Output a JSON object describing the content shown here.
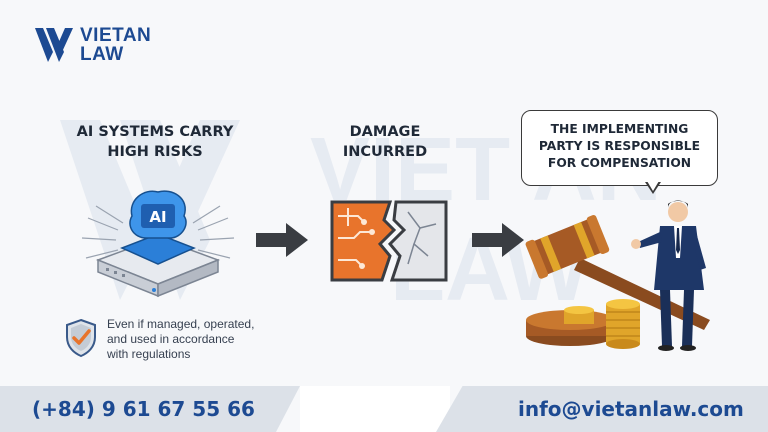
{
  "brand": {
    "name_line1": "VIETAN",
    "name_line2": "LAW",
    "color": "#1d4a92"
  },
  "watermark": {
    "line1": "VIET AN",
    "line2": "LAW"
  },
  "steps": [
    {
      "heading": [
        "AI SYSTEMS CARRY",
        "HIGH RISKS"
      ],
      "icon": "ai-chip-icon",
      "badge": "AI"
    },
    {
      "heading": [
        "DAMAGE",
        "INCURRED"
      ],
      "icon": "broken-circuit-icon"
    },
    {
      "heading": [
        "THE IMPLEMENTING",
        "PARTY IS RESPONSIBLE",
        "FOR COMPENSATION"
      ],
      "icon": "judge-gavel-coins-icon"
    }
  ],
  "note": {
    "lines": [
      "Even if managed, operated,",
      "and used in accordance",
      "with regulations"
    ],
    "icon": "shield-check-icon"
  },
  "footer": {
    "phone": "(+84) 9 61 67 55 66",
    "email": "info@vietanlaw.com"
  },
  "colors": {
    "arrow": "#3a3d42",
    "heading": "#1f2937",
    "footer_bg": "#dce1e8",
    "accent_orange": "#e8742c",
    "chip_blue": "#2b7fd8"
  }
}
